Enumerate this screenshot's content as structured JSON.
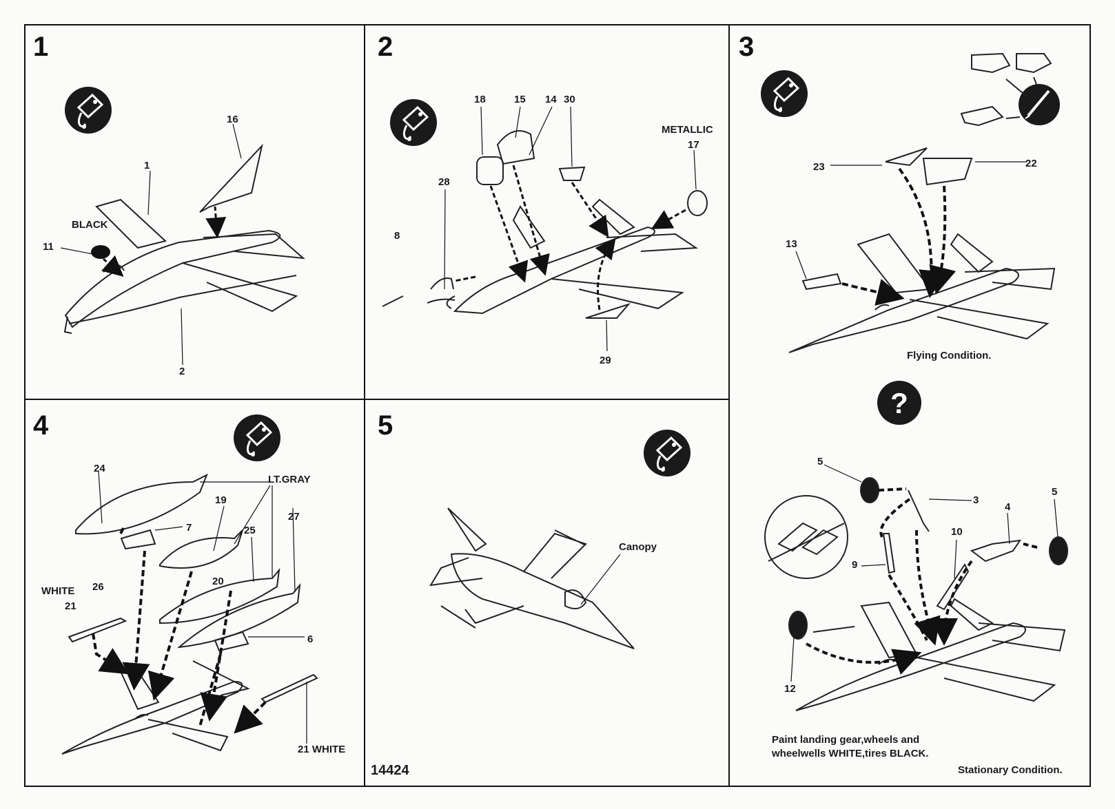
{
  "steps": [
    {
      "number": "1",
      "part_labels": [
        "16",
        "1",
        "11",
        "2"
      ],
      "color_labels": [
        "BLACK"
      ]
    },
    {
      "number": "2",
      "part_labels": [
        "18",
        "15",
        "14",
        "30",
        "28",
        "8",
        "17",
        "29"
      ],
      "color_labels": [
        "METALLIC"
      ]
    },
    {
      "number": "3",
      "part_labels": [
        "23",
        "22",
        "13",
        "5",
        "3",
        "4",
        "5",
        "10",
        "9",
        "12"
      ],
      "captions": [
        "Flying Condition.",
        "Stationary Condition."
      ],
      "note": [
        "Paint landing gear,wheels and",
        "wheelwells WHITE,tires BLACK."
      ],
      "choice_symbol": "?"
    },
    {
      "number": "4",
      "part_labels": [
        "24",
        "19",
        "25",
        "27",
        "7",
        "20",
        "26",
        "21",
        "6",
        "21 WHITE"
      ],
      "color_labels": [
        "LT.GRAY",
        "WHITE"
      ]
    },
    {
      "number": "5",
      "part_labels": [
        "Canopy"
      ]
    }
  ],
  "kit_number": "14424",
  "icons": [
    "glue-icon",
    "paint-brush-icon",
    "question-icon",
    "zoom-detail-circle"
  ]
}
